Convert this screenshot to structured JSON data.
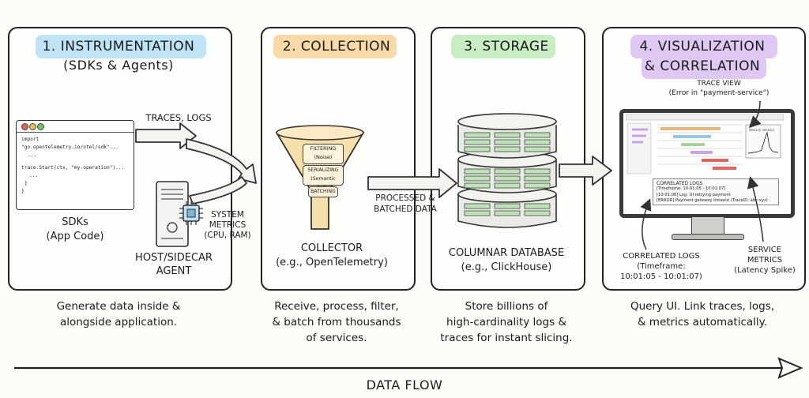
{
  "stages": [
    {
      "title_line1": "1. INSTRUMENTATION",
      "title_line2": "(SDKs & Agents)",
      "highlight": "#bfe4f5",
      "code_lines": [
        "import \"go.opentelemetry.io/otel/sdk\"...",
        "...",
        "trace.Start(ctx, \"my-operation\")...",
        "...",
        "}",
        "}"
      ],
      "traces_label": "TRACES, LOGS",
      "sdk_label_1": "SDKs",
      "sdk_label_2": "(App Code)",
      "metrics_label_1": "SYSTEM",
      "metrics_label_2": "METRICS",
      "metrics_label_3": "(CPU, RAM)",
      "host_label_1": "HOST/SIDECAR",
      "host_label_2": "AGENT",
      "caption_1": "Generate data inside &",
      "caption_2": "alongside application."
    },
    {
      "title_line1": "2. COLLECTION",
      "highlight": "#f9d9a8",
      "funnel_items": [
        "FILTERING",
        "(Noise)",
        "SERIALIZING",
        "(Semantic Data)",
        "BATCHING"
      ],
      "collector_label_1": "COLLECTOR",
      "collector_label_2": "(e.g., OpenTelemetry)",
      "caption_1": "Receive, process, filter,",
      "caption_2": "& batch from thousands",
      "caption_3": "of services."
    },
    {
      "title_line1": "3. STORAGE",
      "highlight": "#c8ecc3",
      "processed_label_1": "PROCESSED &",
      "processed_label_2": "BATCHED DATA",
      "db_label_1": "COLUMNAR DATABASE",
      "db_label_2": "(e.g., ClickHouse)",
      "caption_1": "Store billions of",
      "caption_2": "high-cardinality logs &",
      "caption_3": "traces for instant slicing."
    },
    {
      "title_line1": "4. VISUALIZATION",
      "title_line2": "& CORRELATION",
      "highlight": "#dfc9f2",
      "trace_view_1": "TRACE VIEW",
      "trace_view_2": "(Error in \"payment-service\")",
      "panel_logs_title": "CORRELATED LOGS",
      "panel_logs_line1": "[Timeframe: 10:01:05 - 10:01:07]",
      "panel_logs_line2": "[10:01:06] Log: UI retrying payment",
      "panel_logs_line3": "[ERROR] Payment gateway timeout (TraceID: abc-xyz)",
      "panel_metrics_title": "SERVICE METRICS",
      "logs_label_1": "CORRELATED LOGS",
      "logs_label_2": "(Timeframe:",
      "logs_label_3": "10:01:05 - 10:01:07)",
      "metrics_label_1": "SERVICE",
      "metrics_label_2": "METRICS",
      "metrics_label_3": "(Latency Spike)",
      "caption_1": "Query UI. Link traces, logs,",
      "caption_2": "& metrics automatically."
    }
  ],
  "data_flow_label": "DATA FLOW"
}
